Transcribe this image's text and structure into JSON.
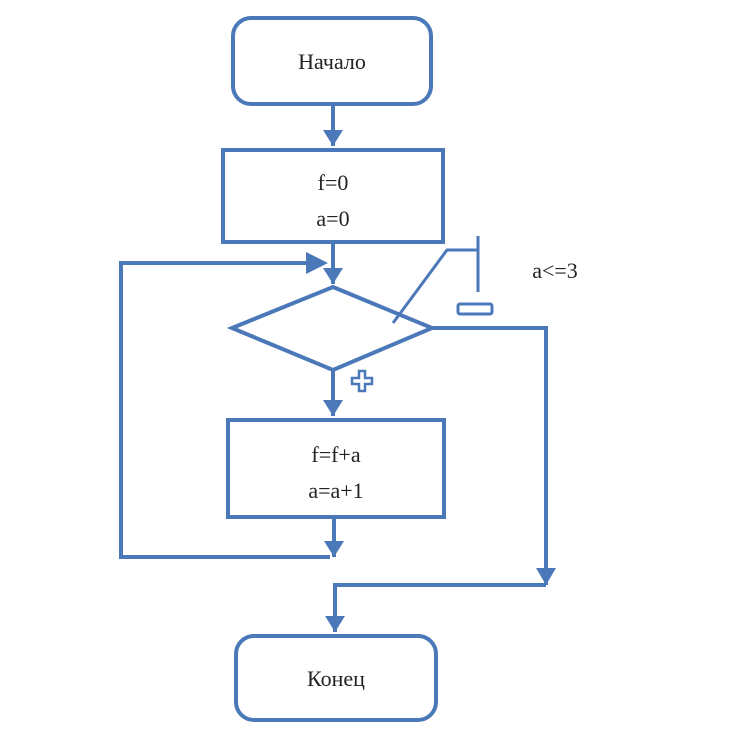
{
  "diagram": {
    "type": "flowchart",
    "colors": {
      "line": "#4a78b8",
      "text": "#222222",
      "background": "#ffffff"
    },
    "nodes": {
      "start": {
        "shape": "terminal",
        "label": "Начало"
      },
      "init": {
        "shape": "process",
        "lines": [
          "f=0",
          "a=0"
        ]
      },
      "condition": {
        "shape": "decision",
        "label": "a<=3",
        "yes_label": "+",
        "no_label": "−"
      },
      "body": {
        "shape": "process",
        "lines": [
          "f=f+a",
          "a=a+1"
        ]
      },
      "end": {
        "shape": "terminal",
        "label": "Конец"
      }
    },
    "edges": [
      {
        "from": "start",
        "to": "init"
      },
      {
        "from": "init",
        "to": "condition"
      },
      {
        "from": "condition",
        "to": "body",
        "branch": "+"
      },
      {
        "from": "body",
        "to": "condition",
        "kind": "loop-back"
      },
      {
        "from": "condition",
        "to": "end",
        "branch": "−"
      }
    ]
  }
}
